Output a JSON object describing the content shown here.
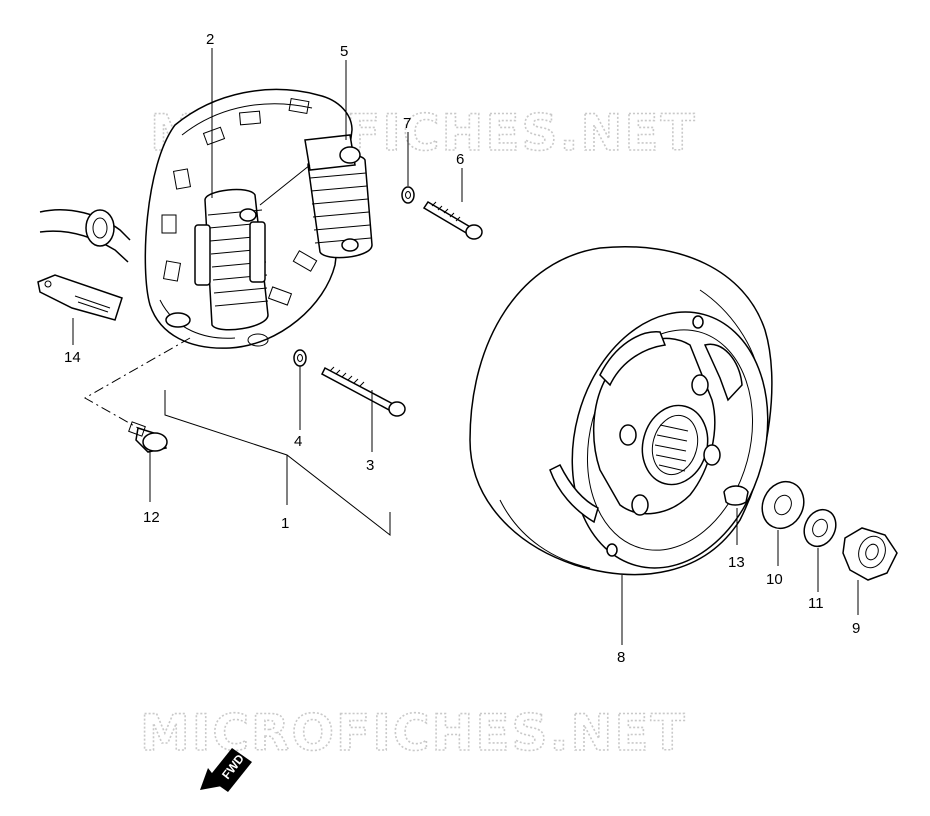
{
  "watermark": {
    "top": "MICROFICHES.NET",
    "bottom": "MICROFICHES.NET"
  },
  "direction_badge": "FWD",
  "callouts": [
    {
      "id": "1",
      "label": "1"
    },
    {
      "id": "2",
      "label": "2"
    },
    {
      "id": "3",
      "label": "3"
    },
    {
      "id": "4",
      "label": "4"
    },
    {
      "id": "5",
      "label": "5"
    },
    {
      "id": "6",
      "label": "6"
    },
    {
      "id": "7",
      "label": "7"
    },
    {
      "id": "8",
      "label": "8"
    },
    {
      "id": "9",
      "label": "9"
    },
    {
      "id": "10",
      "label": "10"
    },
    {
      "id": "11",
      "label": "11"
    },
    {
      "id": "12",
      "label": "12"
    },
    {
      "id": "13",
      "label": "13"
    },
    {
      "id": "14",
      "label": "14"
    }
  ]
}
